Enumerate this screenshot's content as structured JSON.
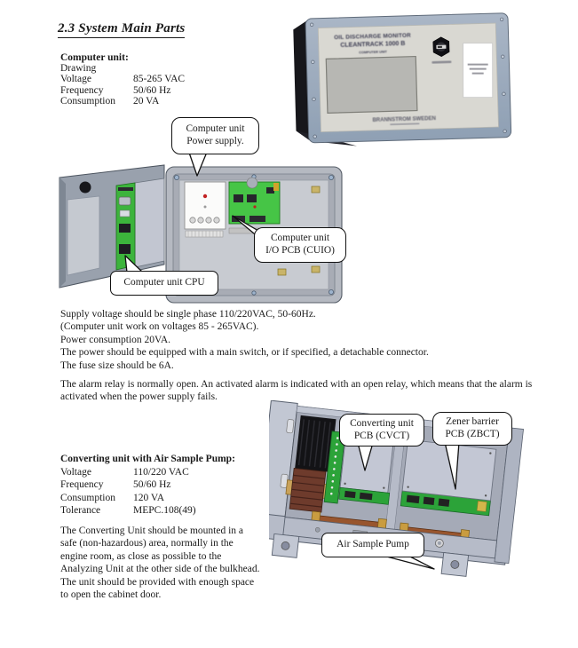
{
  "page": {
    "title": "2.3 System Main Parts"
  },
  "computer_unit": {
    "heading": "Computer unit:",
    "rows": [
      {
        "label": "Drawing",
        "value": ""
      },
      {
        "label": "Voltage",
        "value": "85-265 VAC"
      },
      {
        "label": "Frequency",
        "value": "50/60 Hz"
      },
      {
        "label": "Consumption",
        "value": "20 VA"
      }
    ]
  },
  "front_panel": {
    "title_line1": "OIL DISCHARGE MONITOR",
    "title_line2": "CLEANTRACK 1000 B",
    "subtitle": "COMPUTER UNIT",
    "brand": "BRANNSTROM SWEDEN"
  },
  "callouts": {
    "power_supply": "Computer unit\nPower supply.",
    "io_pcb": "Computer unit\nI/O PCB (CUIO)",
    "cpu": "Computer unit CPU",
    "cvct": "Converting unit\nPCB (CVCT)",
    "zbct": "Zener barrier\nPCB (ZBCT)",
    "air_pump": "Air Sample Pump"
  },
  "paragraphs": {
    "supply": "Supply voltage should be single phase 110/220VAC, 50-60Hz.\n(Computer unit work on voltages 85 - 265VAC).\nPower consumption 20VA.\nThe power should be equipped with a main switch, or if specified, a detachable connector.\nThe fuse size should be 6A.",
    "alarm": "The alarm relay is normally open. An activated alarm is indicated with an open relay, which means that the alarm is\nactivated when the power supply fails.",
    "mounting": "The Converting Unit should be mounted in a\nsafe (non-hazardous) area, normally in the\nengine room, as close as possible to the\nAnalyzing Unit at the other side of the bulkhead.\nThe unit should be provided with enough space\nto open the cabinet door."
  },
  "converting_unit": {
    "heading": "Converting unit with Air Sample Pump:",
    "rows": [
      {
        "label": "Voltage",
        "value": "110/220 VAC"
      },
      {
        "label": "Frequency",
        "value": "50/60 Hz"
      },
      {
        "label": "Consumption",
        "value": "120 VA"
      },
      {
        "label": "Tolerance",
        "value": "MEPC.108(49)"
      }
    ]
  },
  "colors": {
    "pcb_green": "#3cb43c",
    "cabinet_gray": "#b6bbc8",
    "frame_blue_gray": "#9fadc0",
    "copper": "#98552e",
    "callout_border": "#111111"
  }
}
